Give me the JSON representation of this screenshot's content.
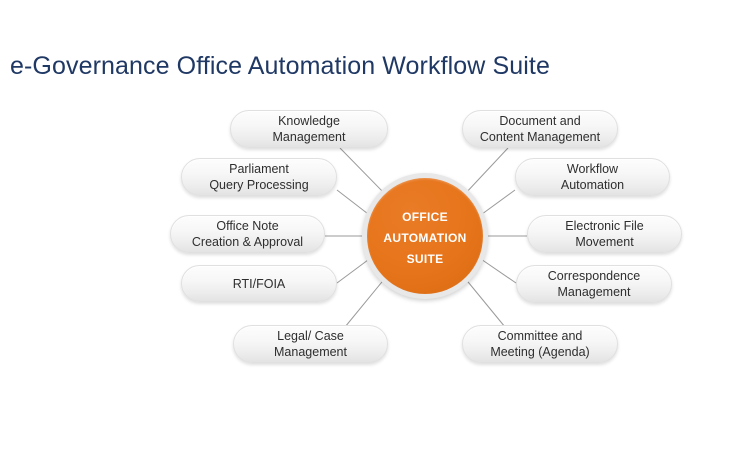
{
  "slide": {
    "title": "e-Governance Office Automation Workflow Suite",
    "title_color": "#1f3864",
    "background_color": "#ffffff"
  },
  "hub": {
    "lines": [
      "Office",
      "Automation",
      "Suite"
    ],
    "full_label": "Office Automation Suite",
    "fill_color": "#e6741a",
    "ring_color": "#e8e8e8",
    "text_color": "#ffffff"
  },
  "nodes": {
    "left": [
      {
        "label": "Knowledge\nManagement"
      },
      {
        "label": "Parliament\nQuery Processing"
      },
      {
        "label": "Office Note\nCreation & Approval"
      },
      {
        "label": "RTI/FOIA"
      },
      {
        "label": "Legal/ Case\nManagement"
      }
    ],
    "right": [
      {
        "label": "Document and\nContent Management"
      },
      {
        "label": "Workflow\nAutomation"
      },
      {
        "label": "Electronic File\nMovement"
      },
      {
        "label": "Correspondence\nManagement"
      },
      {
        "label": "Committee and\nMeeting (Agenda)"
      }
    ]
  },
  "style": {
    "node_fill_top": "#fdfdfd",
    "node_fill_bottom": "#e3e3e3",
    "node_text_color": "#2e2e2e",
    "connector_color": "#9a9a9a"
  }
}
